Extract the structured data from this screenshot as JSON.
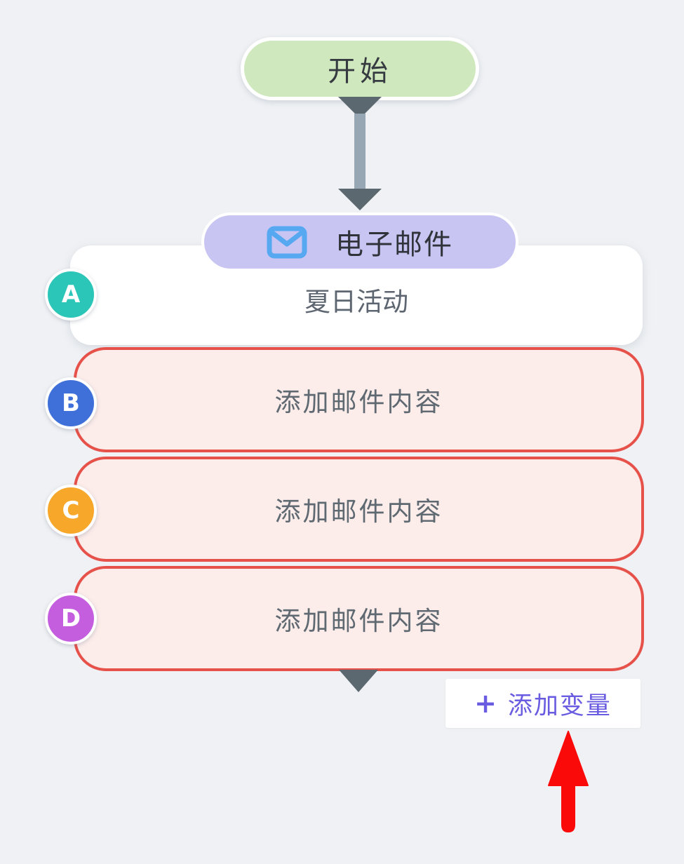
{
  "flow": {
    "start_node": {
      "label": "开始",
      "bg_color": "#cfe8bd"
    },
    "email_node": {
      "type_label": "电子邮件",
      "title": "夏日活动",
      "pill_color": "#c8c5f2",
      "icon_color": "#56a8f1",
      "badge": {
        "letter": "A",
        "color": "#2bc6b7"
      }
    },
    "content_steps": [
      {
        "badge_letter": "B",
        "badge_color": "#3f70da",
        "label": "添加邮件内容"
      },
      {
        "badge_letter": "C",
        "badge_color": "#f7a82b",
        "label": "添加邮件内容"
      },
      {
        "badge_letter": "D",
        "badge_color": "#c45edf",
        "label": "添加邮件内容"
      }
    ],
    "step_card_colors": {
      "fill": "#fcecea",
      "border": "#e6514a"
    },
    "connector_color": "#5c6870",
    "add_variable_button": {
      "plus": "+",
      "label": "添加变量",
      "color": "#6a5ce0"
    },
    "annotation_arrow_color": "#fb0a0a"
  }
}
